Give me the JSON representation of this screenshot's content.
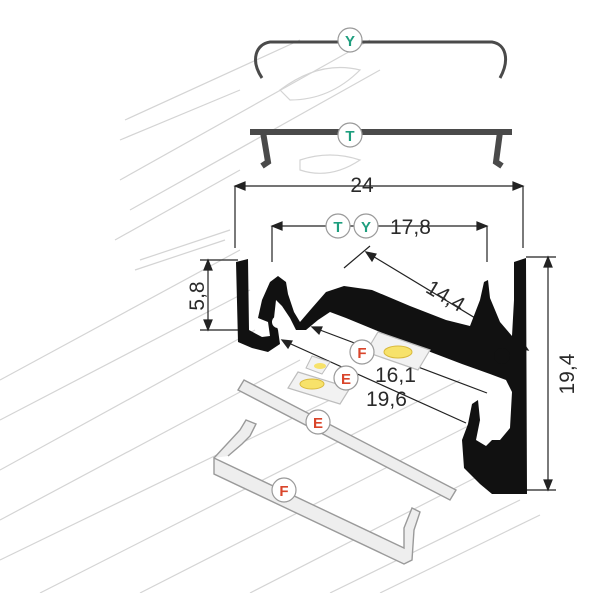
{
  "dimensions": {
    "width_total": "24",
    "inner_width": "17,8",
    "diagonal_top": "14,4",
    "height_left": "5,8",
    "height_right": "19,4",
    "dim_16": "16,1",
    "dim_19": "19,6"
  },
  "badges": {
    "cover_y": "Y",
    "cover_t": "T",
    "fit_t": "T",
    "fit_y": "Y",
    "strip_f": "F",
    "strip_e": "E",
    "diffuser_e": "E",
    "diffuser_f": "F"
  },
  "colors": {
    "badge_green": "#1e9e7e",
    "badge_red": "#d9452b",
    "profile": "#111111",
    "ghost": "#cfcfcf"
  }
}
